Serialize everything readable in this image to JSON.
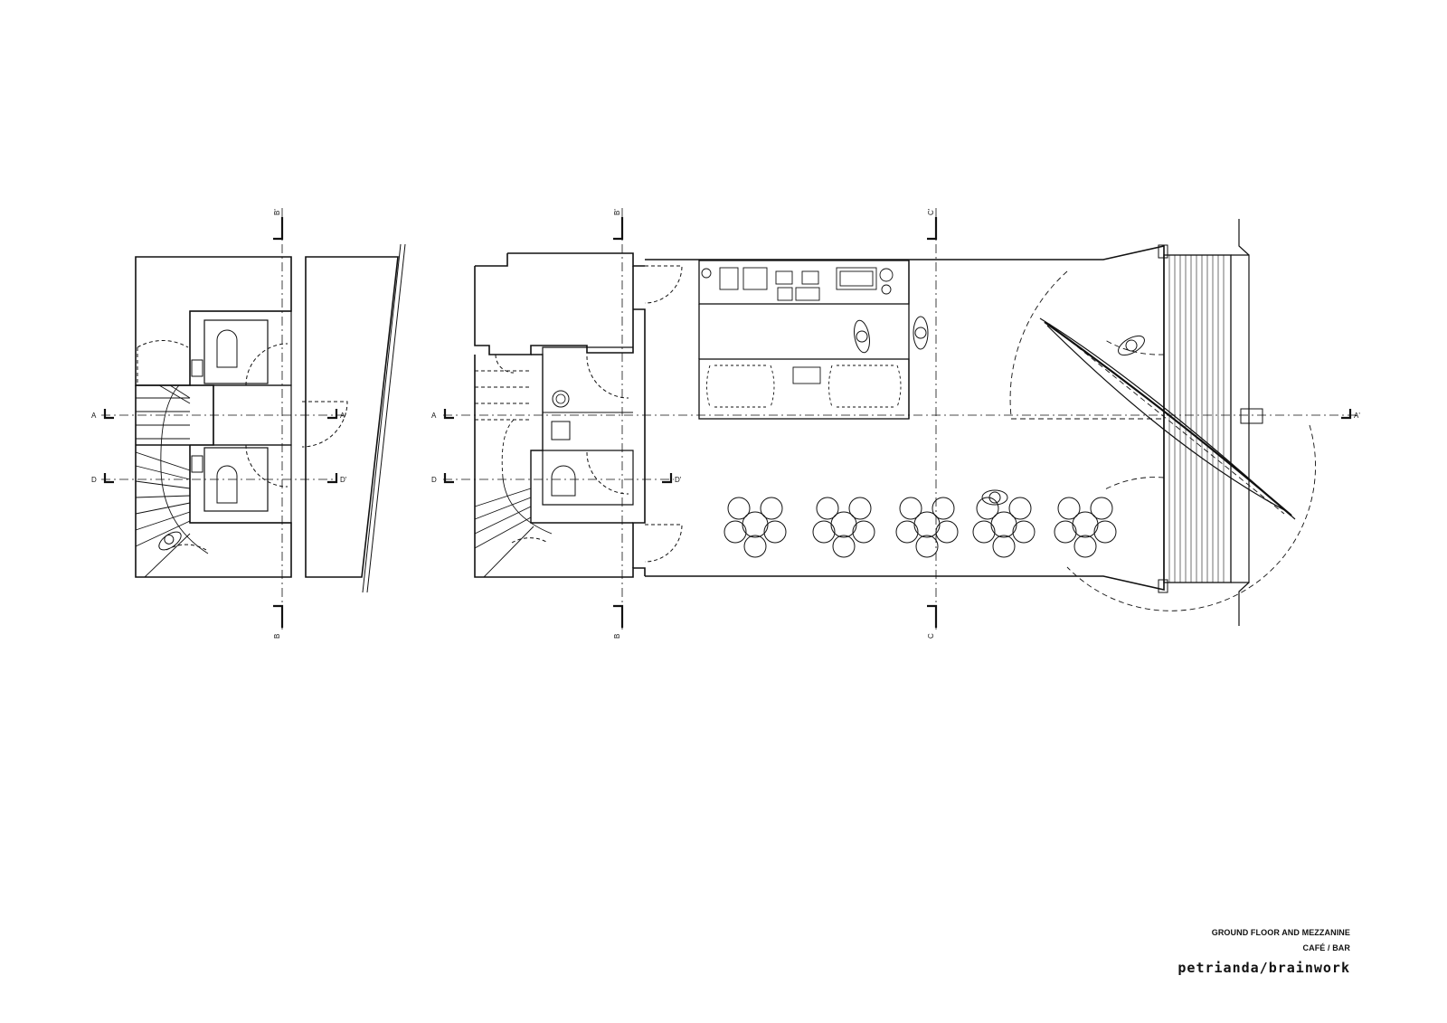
{
  "title_block": {
    "line1": "GROUND FLOOR AND MEZZANINE",
    "line2": "CAFÉ / BAR",
    "brand": "petrianda/brainwork"
  },
  "section_marks": {
    "a": "A",
    "a_prime": "A'",
    "b": "B",
    "b_prime": "B'",
    "c": "C",
    "c_prime": "C'",
    "d": "D",
    "d_prime": "D'"
  },
  "colors": {
    "line": "#111111",
    "background": "#ffffff"
  }
}
